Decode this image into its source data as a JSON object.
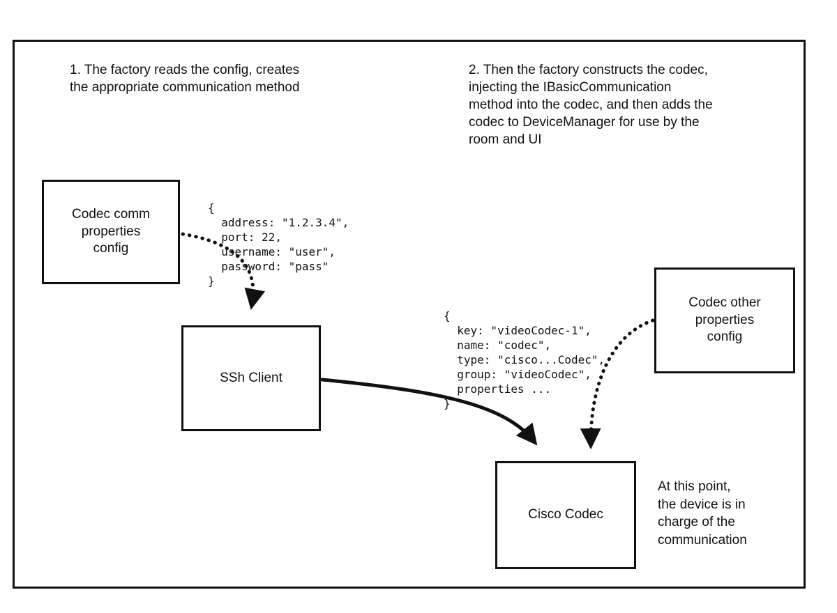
{
  "diagram": {
    "steps": {
      "step1": "1. The factory reads the config, creates\nthe appropriate communication method",
      "step2": "2. Then the factory constructs the codec,\ninjecting the IBasicCommunication\nmethod into the codec, and then adds the\ncodec to DeviceManager for use by the\nroom and UI"
    },
    "boxes": {
      "codec_comm_config": "Codec comm\nproperties\nconfig",
      "ssh_client": "SSh Client",
      "codec_other_config": "Codec other\nproperties\nconfig",
      "cisco_codec": "Cisco Codec"
    },
    "code_blocks": {
      "comm_properties": "{\n  address: \"1.2.3.4\",\n  port: 22,\n  username: \"user\",\n  password: \"pass\"\n}",
      "codec_properties": "{\n  key: \"videoCodec-1\",\n  name: \"codec\",\n  type: \"cisco...Codec\",\n  group: \"videoCodec\",\n  properties ...\n}"
    },
    "note": "At this point,\nthe device is in\ncharge of the\ncommunication",
    "icons": {
      "arrow1": "dotted-arrow-config-to-ssh",
      "arrow2": "solid-arrow-ssh-to-codec",
      "arrow3": "dotted-arrow-otherconfig-to-codec"
    },
    "colors": {
      "line": "#111111",
      "background": "#ffffff",
      "text": "#111111"
    }
  }
}
